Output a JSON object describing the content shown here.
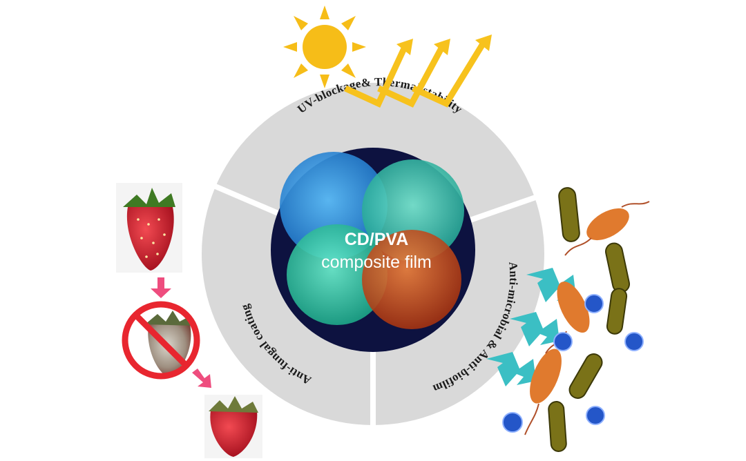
{
  "center": {
    "line1": "CD/PVA",
    "line2": "composite film"
  },
  "segments": {
    "top": "UV-blockage& Thermal stability",
    "right": "Anti-microbial & Anti-biofilm",
    "left": "Anti-fungal coating"
  },
  "colors": {
    "ring": "#d9d9d9",
    "center_bg": "#0d1240",
    "sun": "#f6bd18",
    "arrow_pink": "#ee4d7e",
    "no_sign": "#e8262f",
    "uv_arrow": "#f7c21d",
    "teal_arrow": "#3bbfc4",
    "film_blue": "#2d9be0",
    "film_teal": "#3fd0b6",
    "film_green": "#33c9a4",
    "film_orange": "#d7561f"
  },
  "icons": [
    "sun-icon",
    "uv-reflection-arrows",
    "strawberry-fresh",
    "strawberry-moldy",
    "no-sign-icon",
    "strawberry-coated",
    "bacteria-cluster",
    "teal-arrows"
  ]
}
